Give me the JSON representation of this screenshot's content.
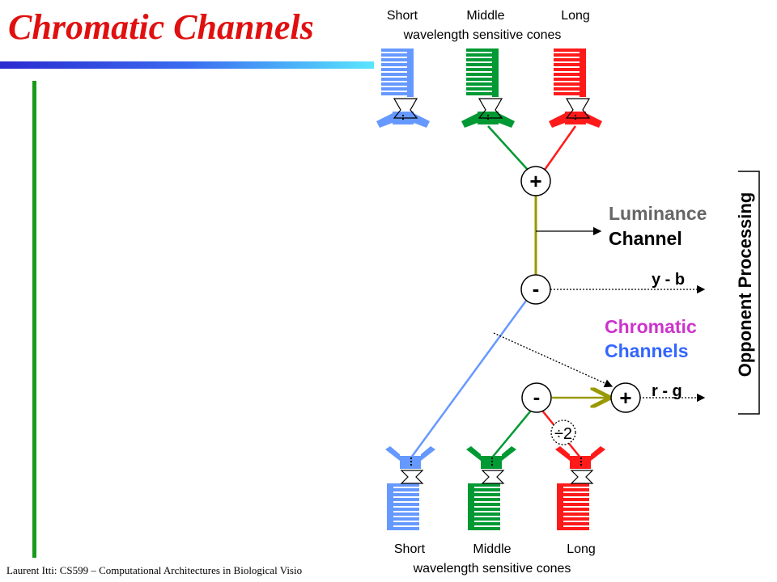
{
  "slide": {
    "title": "Chromatic Channels",
    "footer": "Laurent Itti: CS599 – Computational Architectures in Biological Visio"
  },
  "diagram": {
    "top_labels": {
      "short": "Short",
      "middle": "Middle",
      "long": "Long",
      "caption": "wavelength sensitive cones"
    },
    "bottom_labels": {
      "short": "Short",
      "middle": "Middle",
      "long": "Long",
      "caption": "wavelength sensitive cones"
    },
    "plus_symbol": "+",
    "minus_symbol": "-",
    "divide_symbol": "÷2",
    "luminance_line1": "Luminance",
    "luminance_line2": "Channel",
    "yb_label": "y - b",
    "rg_label": "r - g",
    "chromatic_line1": "Chromatic",
    "chromatic_line2": "Channels",
    "opponent_processing": "Opponent Processing",
    "colors": {
      "short": "#6699ff",
      "middle": "#009933",
      "long": "#ff1a1a",
      "luminance": "#999900"
    }
  }
}
